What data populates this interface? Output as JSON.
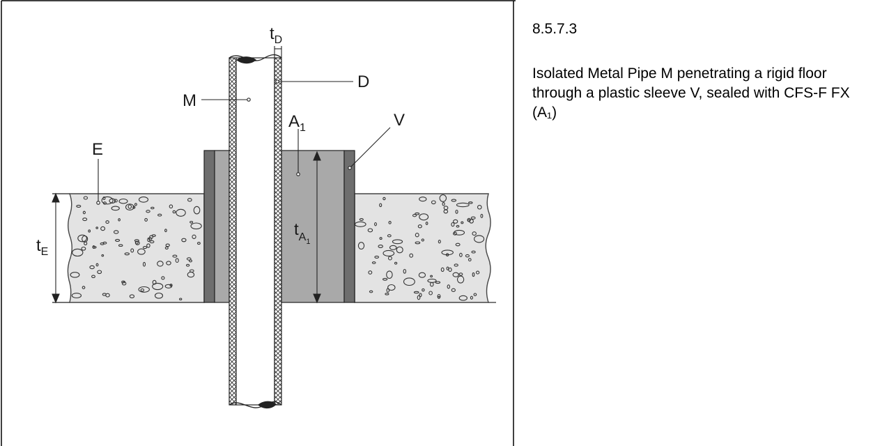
{
  "labels": {
    "tD": {
      "main": "t",
      "sub": "D"
    },
    "D": "D",
    "M": "M",
    "A1": {
      "main": "A",
      "sub": "1"
    },
    "V": "V",
    "E": "E",
    "tA1": {
      "main": "t",
      "sub": "A",
      "subsub": "1"
    },
    "tE": {
      "main": "t",
      "sub": "E"
    }
  },
  "caption": {
    "section": "8.5.7.3",
    "text": "Isolated Metal Pipe M penetrating a rigid floor through a plastic sleeve V, sealed with CFS-F FX (A₁)"
  },
  "colors": {
    "concrete": "#e3e3e3",
    "sleeve_fill": "#a9a9a9",
    "sleeve_edge": "#6e6e6e",
    "insulation": "#d8d8d8"
  }
}
